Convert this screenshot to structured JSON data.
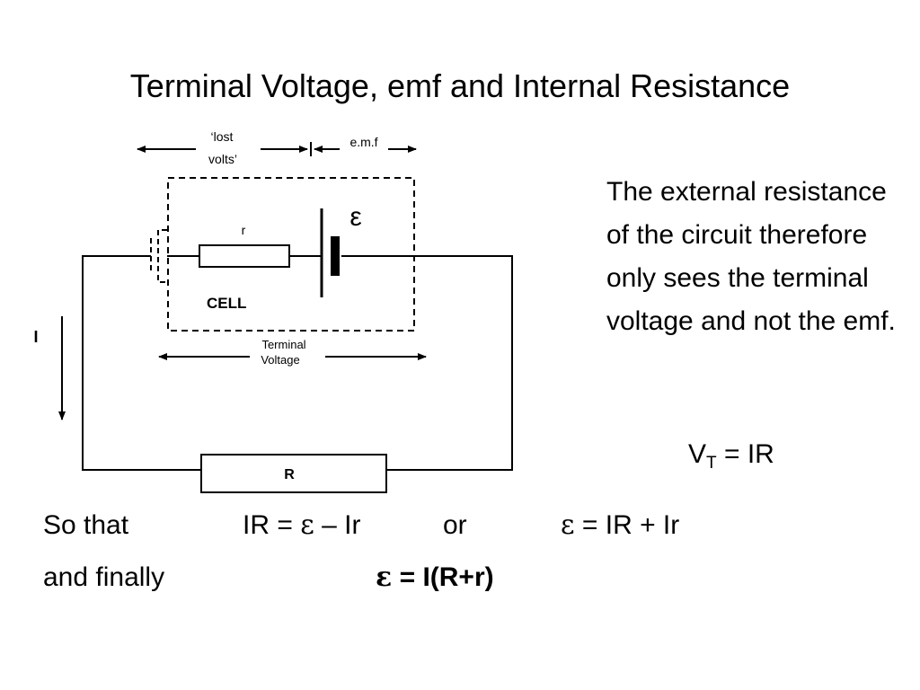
{
  "slide": {
    "title": "Terminal Voltage, emf and Internal Resistance"
  },
  "diagram": {
    "lost_volts_1": "‘lost",
    "lost_volts_2": "volts’",
    "emf": "e.m.f",
    "internal_resistor": "r",
    "emf_symbol": "ε",
    "cell": "CELL",
    "terminal_1": "Terminal",
    "terminal_2": "Voltage",
    "current": "I",
    "external_resistor": "R"
  },
  "side_text": {
    "paragraph": "The external resistance of the circuit therefore only sees the terminal voltage and not the emf.",
    "vt_base": "V",
    "vt_sub": "T",
    "vt_rest": " = IR"
  },
  "equations": {
    "so_that": "So that",
    "eq1_left": "IR = ",
    "eq1_eps": "ε",
    "eq1_right": " – Ir",
    "or": "or",
    "eq2_eps": "ε",
    "eq2_right": " = IR + Ir",
    "and_finally": "and finally",
    "final_eps": "ε",
    "final_right": " = I(R+r)"
  }
}
